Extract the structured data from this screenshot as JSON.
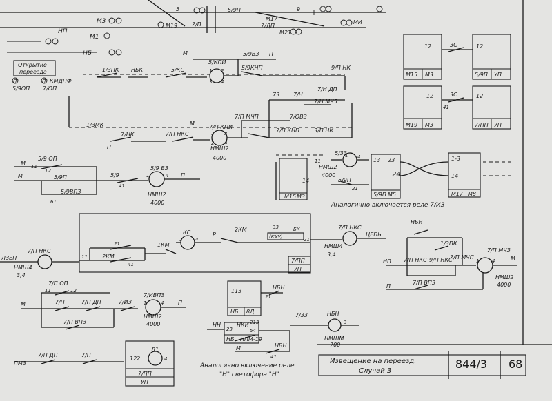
{
  "top_labels": {
    "np": "НП",
    "m3": "М3",
    "nb": "НБ",
    "m1": "М1",
    "k5": "5",
    "k5p": "5/9П",
    "k7p_top": "7/П",
    "m19": "М19",
    "m17": "М17",
    "k7dp_top": "7/ДП",
    "m21": "М21",
    "mi": "МИ",
    "m": "М",
    "k9": "9"
  },
  "opening_box": {
    "line1": "Открытие",
    "line2": "переезда"
  },
  "legend_notes": {
    "p1": "П",
    "p2": "П",
    "kmdpf": "КМДПФ",
    "k5op": "5/9ОП",
    "k7op": "7/ОП"
  },
  "circuit1": {
    "k13pk": "1/3ПК",
    "nbk": "НБК",
    "k5ks": "5/КС",
    "k5kpi": "5/КПИ",
    "k5vzp": "5/9ВЗ",
    "p": "П",
    "k5knp": "5/9КНП",
    "k9nnk": "9/П НК",
    "n1": "1",
    "n3": "3",
    "n2": "2",
    "n4": "4",
    "m": "М"
  },
  "circuit2": {
    "k13mk": "1/3МК",
    "k7nk": "7/НК",
    "k7nnks": "7/П НКС",
    "k7kpi": "7/П КПИ",
    "k7mchp": "7/П МЧП",
    "k7ovz": "7/ОВЗ",
    "k7knp": "7/П КНП",
    "k3nnk": "3/П НК",
    "k73": "73",
    "k7n": "7/Н",
    "k7ndp": "7/Н ДП",
    "k7nmch": "7/Н МЧ5",
    "rel": "НМШ2",
    "val": "4000",
    "p": "П",
    "m": "М",
    "n1": "1",
    "n2": "2",
    "n3": "3",
    "n4": "4"
  },
  "circuit3": {
    "k59op": "5/9 ОП",
    "n11": "11",
    "n12": "12",
    "k59p": "5/9П",
    "k59vpz": "5/9ВПЗ",
    "k5a": "5/9",
    "n41": "41",
    "k59vz": "5/9 ВЗ",
    "rel": "НМШ2",
    "val": "4000",
    "n61": "61",
    "m": "М",
    "p": "П",
    "n1": "1",
    "n4": "4"
  },
  "circuit_mid": {
    "k533": "5/33",
    "rel": "НМШ2",
    "val": "4000",
    "k59p": "5/9П",
    "n21": "21",
    "n1": "1",
    "n4": "4",
    "n11": "11",
    "n14": "14",
    "box_m15": "М15",
    "box_m3": "М3",
    "box_13": "13",
    "box_23": "23",
    "box_24": "24",
    "box_14": "14",
    "box_59p": "5/9П",
    "box_m5": "М5",
    "box_k13": "1-3",
    "box_k14": "14",
    "box_m17": "М17",
    "box_m8": "М8",
    "caption": "Аналогично включается реле 7/ИЗ"
  },
  "circuit4": {
    "lzep": "ЛЗЕП",
    "rel_left": "7/П НКС",
    "rel_left_val": "НМШ4",
    "rel_left_v": "3,4",
    "n11": "11",
    "n21": "21",
    "k2km": "2КМ",
    "n41": "41",
    "k1km": "1КМ",
    "ks": "КС",
    "n1": "1",
    "n4": "4",
    "n2km": "2КМ",
    "n33": "33",
    "kspu": "(КХУ)",
    "kbk": "БК",
    "n21b": "21",
    "rel_right": "7/П НКС",
    "rel_right_val": "НМШ4",
    "rel_right_v": "3,4",
    "cep": "ЦЕПЬ",
    "box_7n": "7/ПП",
    "box_up": "УП",
    "r": "Р"
  },
  "circuit5": {
    "k7op": "7/П ОП",
    "n11": "11",
    "n12": "12",
    "k7p": "7/П",
    "k7dp": "7/П ДП",
    "k7iz": "7/ИЗ",
    "k7vpz": "7/П ВПЗ",
    "k7vz": "7/ИВПЗ",
    "rel": "НМШ2",
    "val": "4000",
    "n1": "1",
    "n4": "4",
    "m": "М",
    "p": "П"
  },
  "circuit6": {
    "nbn": "НБН",
    "k13pk": "1/3ПК",
    "np": "НП",
    "k7nks": "7/П НКС",
    "k9nks": "9/П НКС",
    "k7mchp": "7/П МЧП",
    "k7vpz": "7/П ВПЗ",
    "rel": "НМШ2",
    "val": "4000",
    "k7p": "7/П МЧЗ",
    "m": "М",
    "n1": "1",
    "n4": "4",
    "p": "П"
  },
  "circuit7": {
    "n113": "113",
    "nbn": "НБН",
    "n21": "21",
    "box_nb": "НБ",
    "box_val": "8Д",
    "nn": "НН",
    "n23": "23",
    "nki": "НКИ",
    "n213": "213",
    "n54": "54",
    "box_nb2": "НБ",
    "box_npm": "НПМ-19",
    "nbn2": "НБН",
    "m": "М",
    "n41": "41",
    "k7_33": "7/33",
    "rel": "НМШМ",
    "val": "700",
    "nbn3": "НБН",
    "n3": "3",
    "caption1": "Аналогично включение реле",
    "caption2": "\"Н\" светофора \"Н\""
  },
  "circuit8": {
    "pmz": "ПМЗ",
    "k7dp": "7/П ДП",
    "k7p": "7/П",
    "n122": "122",
    "l1": "Л1",
    "n4": "4",
    "box_7n": "7/ПП",
    "box_up": "УП"
  },
  "corner_boxes": {
    "b1_12a": "12",
    "b1_3c": "3С",
    "b1_12b": "12",
    "b1_m15": "М15",
    "b1_m3": "М3",
    "b1_59p": "5/9П",
    "b1_up": "УП",
    "b2_12a": "12",
    "b2_3c": "3С",
    "b2_12b": "12",
    "b2_m19": "М19",
    "b2_m3": "М3",
    "b2_7n": "7/ПП",
    "b2_up": "УП",
    "b2_n41": "41"
  },
  "title_block": {
    "title": "Извещение на переезд.",
    "subtitle": "Случай 3",
    "doc_no": "844/3",
    "sheet": "68"
  }
}
